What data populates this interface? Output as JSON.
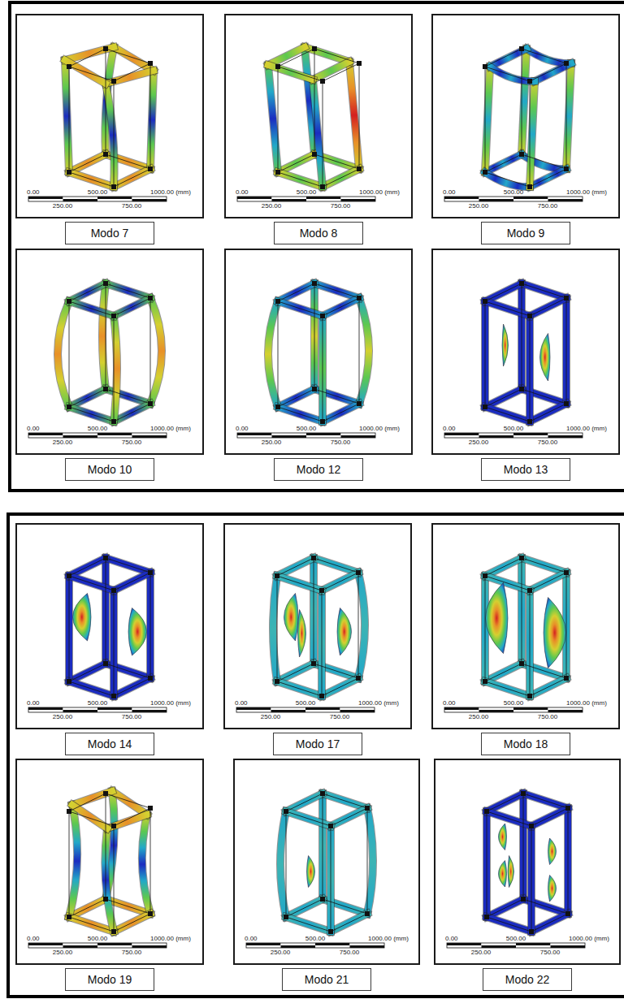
{
  "diagram": {
    "nodes": [
      {
        "text": [
          "Modo 7"
        ]
      },
      {
        "text": [
          "Modo 8"
        ]
      },
      {
        "text": [
          "Modo 9"
        ]
      },
      {
        "text": [
          "Modo 10"
        ]
      },
      {
        "text": [
          "Modo 12"
        ]
      },
      {
        "text": [
          "Modo 13"
        ]
      },
      {
        "text": [
          "Modo 14"
        ]
      },
      {
        "text": [
          "Modo 17"
        ]
      },
      {
        "text": [
          "Modo 18"
        ]
      },
      {
        "text": [
          "Modo 19"
        ]
      },
      {
        "text": [
          "Modo 21"
        ]
      },
      {
        "text": [
          "Modo 22"
        ]
      }
    ],
    "labels": [
      "0.00",
      "500.00",
      "1000.00 (mm)",
      "250.00",
      "750.00",
      "0.00",
      "500.00",
      "1000.00 (mm)",
      "250.00",
      "750.00",
      "0.00",
      "500.00",
      "1000.00 (mm)",
      "250.00",
      "750.00",
      "0.00",
      "500.00",
      "1000.00 (mm)",
      "250.00",
      "750.00",
      "0.00",
      "500.00",
      "1000.00 (mm)",
      "250.00",
      "750.00",
      "0.00",
      "500.00",
      "1000.00 (mm)",
      "250.00",
      "750.00",
      "0.00",
      "500.00",
      "1000.00 (mm)",
      "250.00",
      "750.00",
      "0.00",
      "500.00",
      "1000.00 (mm)",
      "250.00",
      "750.00",
      "0.00",
      "500.00",
      "1000.00 (mm)",
      "250.00",
      "750.00",
      "0.00",
      "500.00",
      "1000.00 (mm)",
      "250.00",
      "750.00",
      "0.00",
      "500.00",
      "1000.00 (mm)",
      "250.00",
      "750.00",
      "0.00",
      "500.00",
      "1000.00 (mm)",
      "250.00",
      "750.00"
    ]
  }
}
